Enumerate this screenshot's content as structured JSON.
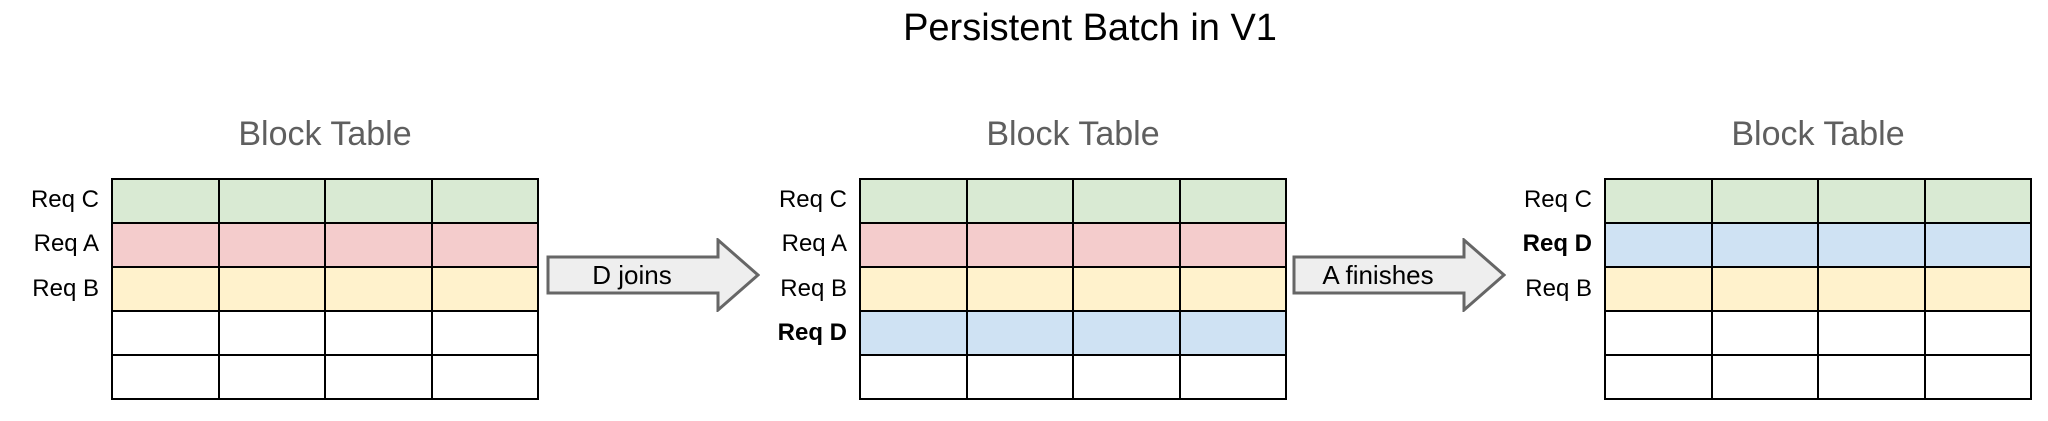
{
  "title": "Persistent Batch in V1",
  "colors": {
    "table_title": "#5f5f5f",
    "arrow_fill": "#eeeeee",
    "arrow_border": "#666666",
    "grid_line": "#000000",
    "palette": {
      "green": "#d9ead3",
      "red": "#f4cccc",
      "yellow": "#fff2cc",
      "blue": "#cfe2f3",
      "white": "#ffffff"
    }
  },
  "tables": [
    {
      "title": "Block Table",
      "columns": 4,
      "rows": [
        {
          "label": "Req C",
          "bold": false,
          "color": "green"
        },
        {
          "label": "Req A",
          "bold": false,
          "color": "red"
        },
        {
          "label": "Req B",
          "bold": false,
          "color": "yellow"
        },
        {
          "label": "",
          "bold": false,
          "color": "white"
        },
        {
          "label": "",
          "bold": false,
          "color": "white"
        }
      ]
    },
    {
      "title": "Block Table",
      "columns": 4,
      "rows": [
        {
          "label": "Req C",
          "bold": false,
          "color": "green"
        },
        {
          "label": "Req A",
          "bold": false,
          "color": "red"
        },
        {
          "label": "Req B",
          "bold": false,
          "color": "yellow"
        },
        {
          "label": "Req D",
          "bold": true,
          "color": "blue"
        },
        {
          "label": "",
          "bold": false,
          "color": "white"
        }
      ]
    },
    {
      "title": "Block Table",
      "columns": 4,
      "rows": [
        {
          "label": "Req C",
          "bold": false,
          "color": "green"
        },
        {
          "label": "Req D",
          "bold": true,
          "color": "blue"
        },
        {
          "label": "Req B",
          "bold": false,
          "color": "yellow"
        },
        {
          "label": "",
          "bold": false,
          "color": "white"
        },
        {
          "label": "",
          "bold": false,
          "color": "white"
        }
      ]
    }
  ],
  "arrows": [
    {
      "label": "D joins"
    },
    {
      "label": "A finishes"
    }
  ]
}
